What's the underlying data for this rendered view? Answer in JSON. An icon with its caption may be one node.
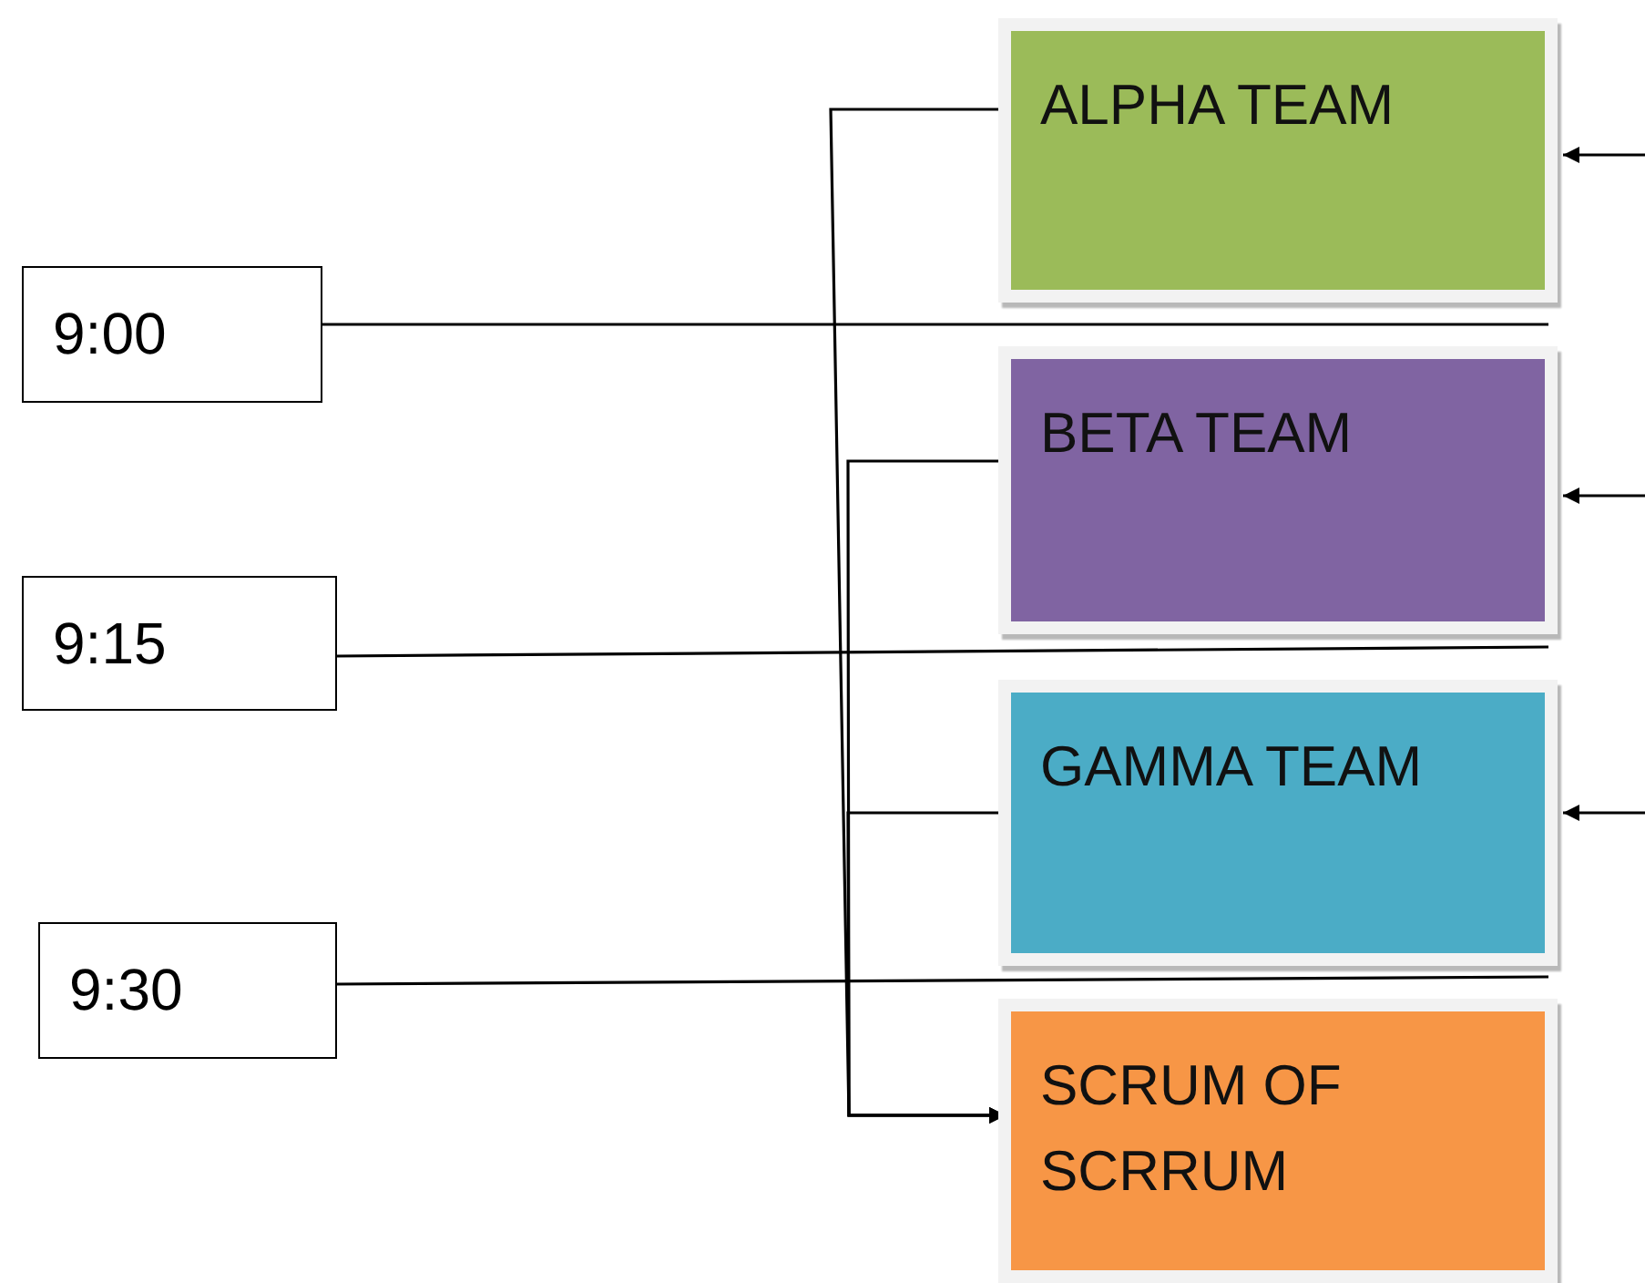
{
  "diagram": {
    "nodes": [
      {
        "text": [
          "ALPHA TEAM"
        ]
      },
      {
        "text": [
          "9:00"
        ]
      },
      {
        "text": [
          "BETA TEAM"
        ]
      },
      {
        "text": [
          "9:15"
        ]
      },
      {
        "text": [
          "GAMMA TEAM"
        ]
      },
      {
        "text": [
          "9:30"
        ]
      },
      {
        "text": [
          "SCRUM OF SCRRUM"
        ]
      }
    ],
    "edges": [
      {
        "from": 0,
        "to": 6,
        "arrow": "to"
      },
      {
        "from": 2,
        "to": 6,
        "arrow": "to"
      },
      {
        "from": 4,
        "to": 6,
        "arrow": "to"
      },
      {
        "from": 1,
        "to": 0,
        "arrow": "none"
      },
      {
        "from": 3,
        "to": 2,
        "arrow": "none"
      },
      {
        "from": 5,
        "to": 4,
        "arrow": "none"
      },
      {
        "from": null,
        "to": 0,
        "arrow": "to"
      },
      {
        "from": null,
        "to": 2,
        "arrow": "to"
      },
      {
        "from": null,
        "to": 4,
        "arrow": "to"
      }
    ]
  }
}
